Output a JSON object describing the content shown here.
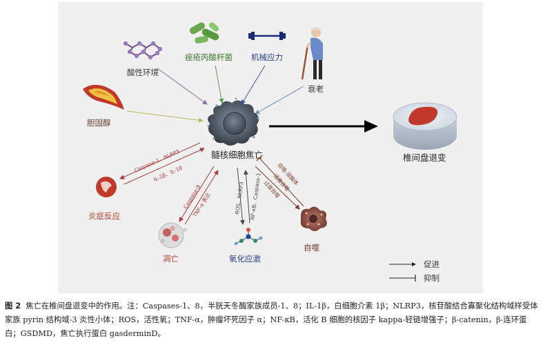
{
  "labels": {
    "acid": "酸性环境",
    "bacteria": "痤疮丙酸杆菌",
    "mechanical": "机械应力",
    "aging": "衰老",
    "cholesterol": "胆固醇",
    "center": "髓核细胞焦亡",
    "disc": "椎间盘退变",
    "inflammation": "炎症反应",
    "apoptosis": "凋亡",
    "oxidative": "氧化应激",
    "autophagy": "自噬"
  },
  "edge_labels": {
    "inflam_1": "Caspase-1、NLRP3",
    "inflam_2": "IL-1β、IL-18",
    "apop_1": "Caspase-8",
    "apop_2": "TNF-α 表达",
    "ox_1": "ROS、NLRP3",
    "ox_2": "NF-κB、Caspase-1",
    "auto_1": "自噬-溶酶体",
    "auto_2": "适度自噬",
    "auto_3": "过度自噬"
  },
  "legend": {
    "promote": "促进",
    "inhibit": "抑制"
  },
  "caption": {
    "figure_no": "图 2",
    "text": "焦亡在椎间盘退变中的作用。注：Caspases-1、8，半胱天冬酶家族成员-1、8；IL-1β，白细胞介素 1β；NLRP3，核苷酸结合寡聚化结构域样受体家族 pyrin 结构域-3 炎性小体；ROS，活性氧；TNF-α，肿瘤坏死因子 α；NF-κB，活化 B 细胞的核因子 kappa-轻链增强子；β-catenin，β-连环蛋白；GSDMD，焦亡执行蛋白 gasderminD。"
  },
  "colors": {
    "background": "#f0f0f0",
    "inflammation": "#c0392b",
    "bacteria": "#3c7a32",
    "mechanical": "#2b3e8c",
    "oxidative": "#2b3e8c",
    "autophagy": "#6b3a2a",
    "main_arrow": "#000000"
  }
}
